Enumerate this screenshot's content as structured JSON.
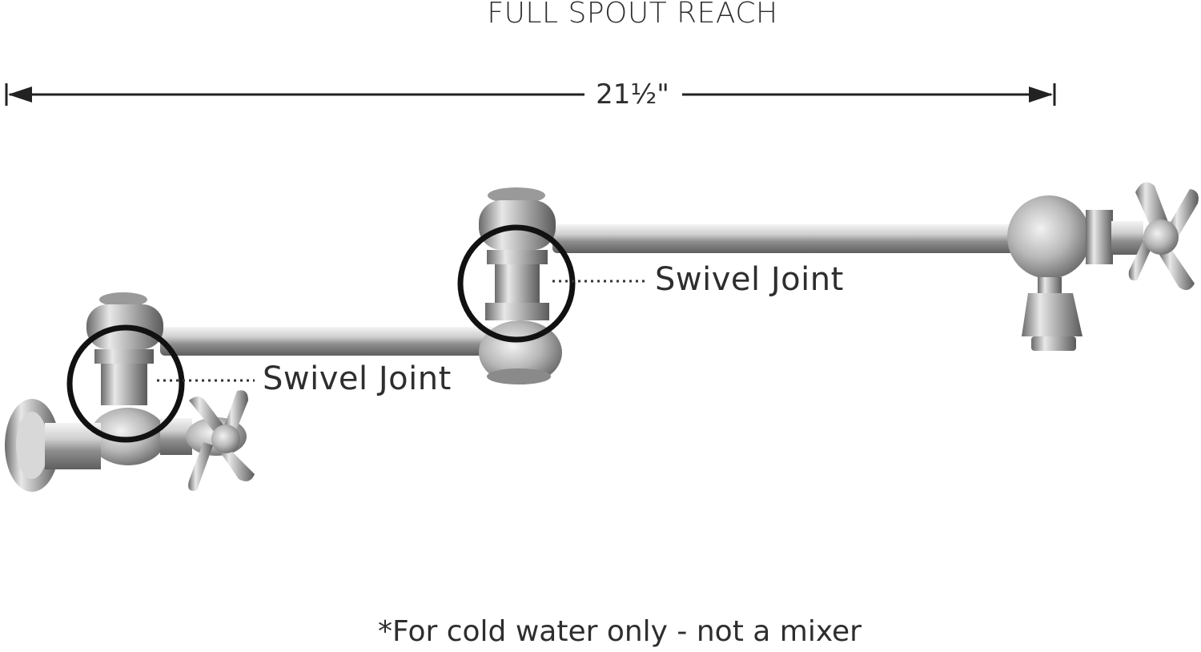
{
  "diagram": {
    "title": "FULL SPOUT REACH",
    "dimension": "21½\"",
    "callouts": [
      {
        "label": "Swivel Joint"
      },
      {
        "label": "Swivel Joint"
      }
    ],
    "footnote": "*For cold water only - not a mixer"
  }
}
